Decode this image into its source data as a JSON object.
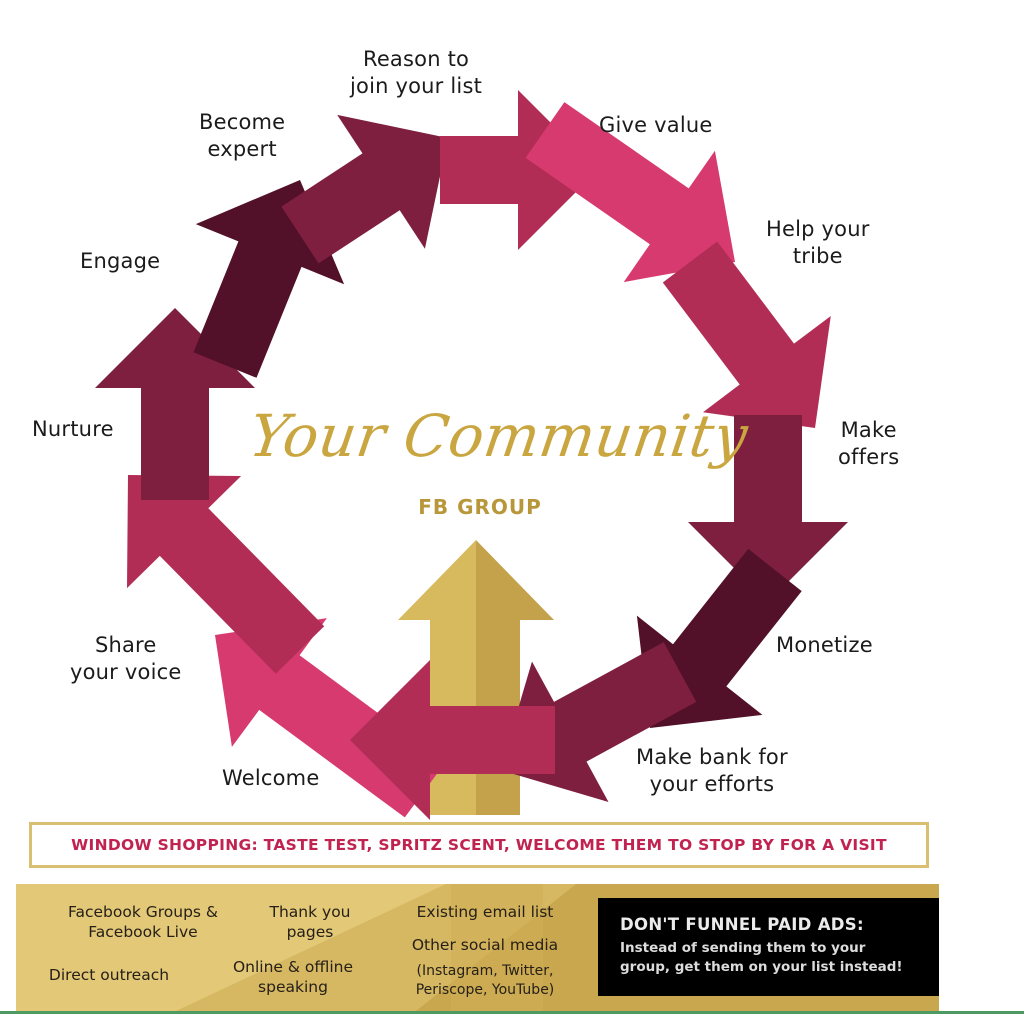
{
  "title": {
    "script": "Your Community",
    "subtitle": "FB GROUP"
  },
  "cycle_steps": [
    {
      "id": "welcome",
      "lines": [
        "Welcome"
      ]
    },
    {
      "id": "share-your-voice",
      "lines": [
        "Share",
        "your voice"
      ]
    },
    {
      "id": "nurture",
      "lines": [
        "Nurture"
      ]
    },
    {
      "id": "engage",
      "lines": [
        "Engage"
      ]
    },
    {
      "id": "become-expert",
      "lines": [
        "Become",
        "expert"
      ]
    },
    {
      "id": "reason-to-join",
      "lines": [
        "Reason to",
        "join your list"
      ]
    },
    {
      "id": "give-value",
      "lines": [
        "Give value"
      ]
    },
    {
      "id": "help-your-tribe",
      "lines": [
        "Help your",
        "tribe"
      ]
    },
    {
      "id": "make-offers",
      "lines": [
        "Make",
        "offers"
      ]
    },
    {
      "id": "monetize",
      "lines": [
        "Monetize"
      ]
    },
    {
      "id": "make-bank",
      "lines": [
        "Make bank for",
        "your efforts"
      ]
    }
  ],
  "window_shopping": "WINDOW SHOPPING: TASTE TEST, SPRITZ SCENT, WELCOME THEM TO STOP BY FOR A VISIT",
  "sources": {
    "facebook_groups": [
      "Facebook Groups &",
      "Facebook Live"
    ],
    "thank_you": [
      "Thank you",
      "pages"
    ],
    "existing_email": [
      "Existing email list"
    ],
    "direct_outreach": [
      "Direct outreach"
    ],
    "speaking": [
      "Online & offline",
      "speaking"
    ],
    "other_social": [
      "Other social media"
    ],
    "other_social_detail": [
      "(Instagram, Twitter,",
      "Periscope, YouTube)"
    ]
  },
  "paid_ads": {
    "title": "DON'T FUNNEL PAID ADS:",
    "body_lines": [
      "Instead of sending them to your",
      "group, get them on your list instead!"
    ]
  },
  "colors": {
    "pink": "#d63a6f",
    "crimson": "#b22d55",
    "wine": "#7e1f3f",
    "dark": "#521029",
    "gold_light": "#d7b95e",
    "gold_dark": "#c4a24c",
    "strip_gold": "#e2c877",
    "window_text": "#c0234f"
  }
}
